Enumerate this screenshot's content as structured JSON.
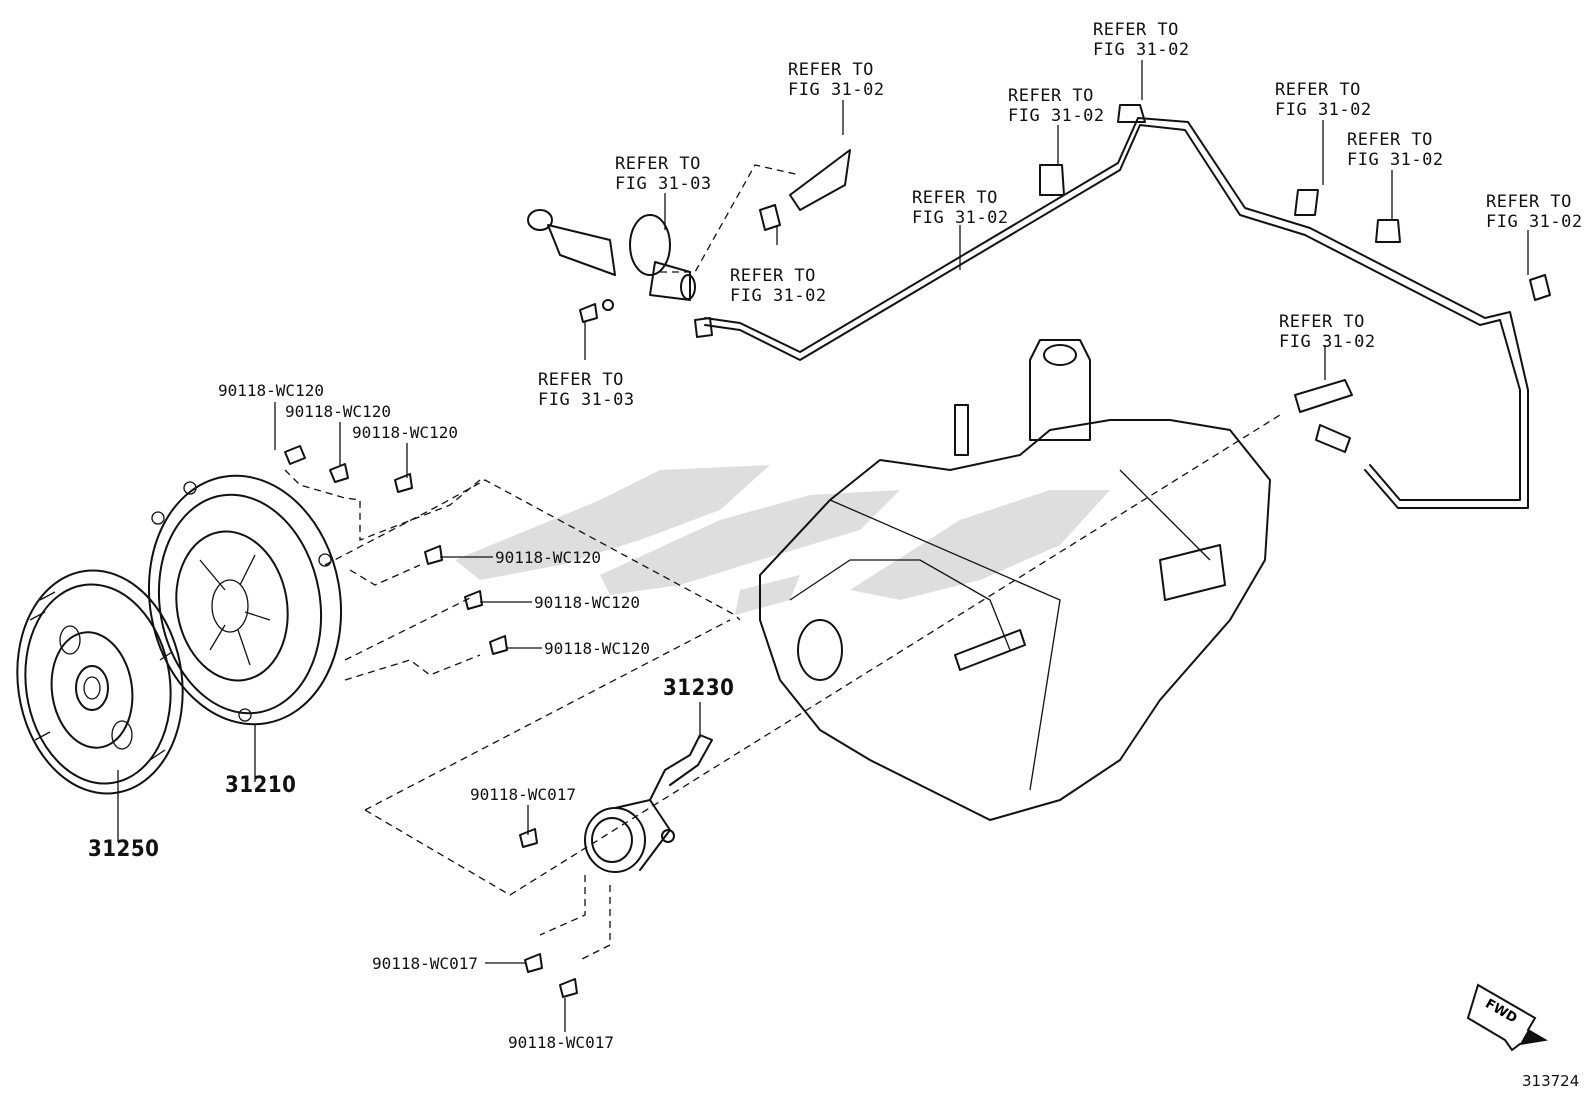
{
  "refs": {
    "r1": "REFER TO\nFIG 31-02",
    "r2": "REFER TO\nFIG 31-03",
    "r3": "REFER TO\nFIG 31-02",
    "r4": "REFER TO\nFIG 31-03",
    "r5": "REFER TO\nFIG 31-02",
    "r6": "REFER TO\nFIG 31-02",
    "r7": "REFER TO\nFIG 31-02",
    "r8": "REFER TO\nFIG 31-02",
    "r9": "REFER TO\nFIG 31-02",
    "r10": "REFER TO\nFIG 31-02",
    "r11": "REFER TO\nFIG 31-02"
  },
  "bolts": {
    "b1": "90118-WC120",
    "b2": "90118-WC120",
    "b3": "90118-WC120",
    "b4": "90118-WC120",
    "b5": "90118-WC120",
    "b6": "90118-WC120",
    "b7": "90118-WC017",
    "b8": "90118-WC017",
    "b9": "90118-WC017"
  },
  "parts": {
    "release_cylinder": "31230",
    "clutch_cover": "31210",
    "clutch_disc": "31250"
  },
  "figure_number": "313724",
  "fwd_label": "FWD"
}
